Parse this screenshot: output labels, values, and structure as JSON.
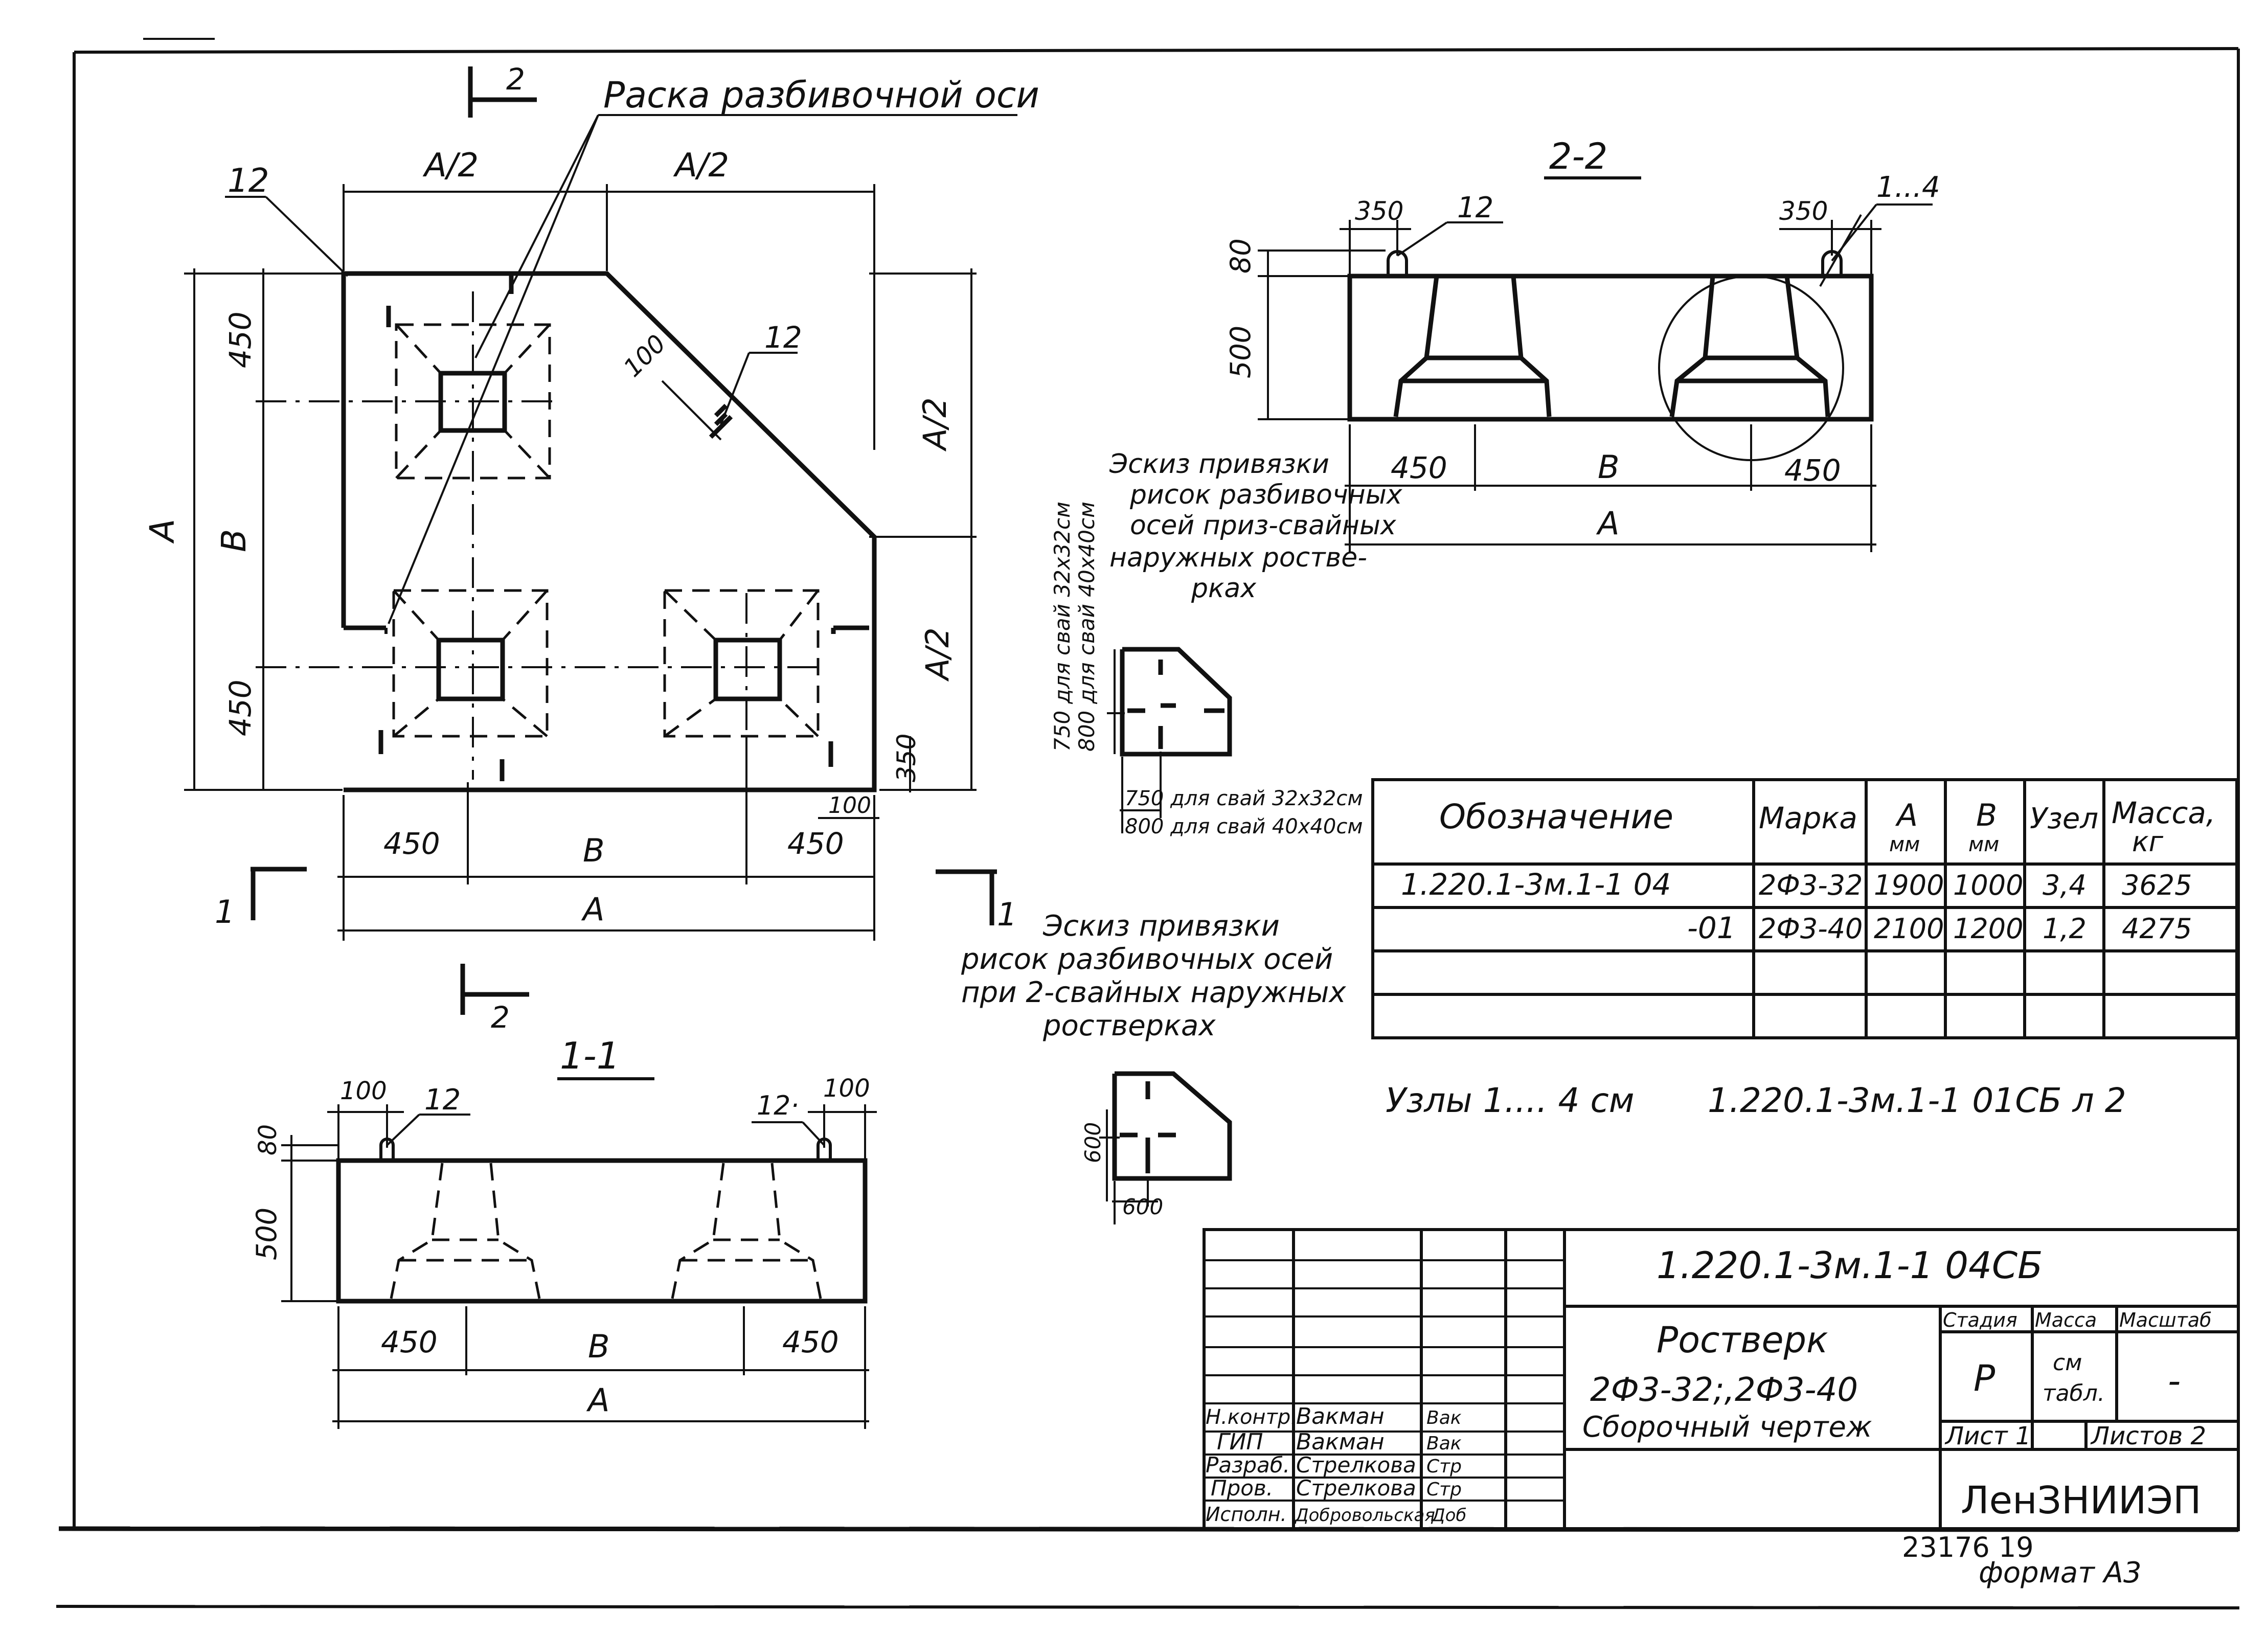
{
  "drawing": {
    "plan": {
      "leader_note": "Раска разбивочной оси",
      "dim_a_half": "A/2",
      "dim_a": "A",
      "dim_b": "B",
      "dim_450": "450",
      "dim_100": "100",
      "dim_350": "350",
      "mark_12": "12",
      "section_1": "1",
      "section_2": "2"
    },
    "section_2_2": {
      "title": "2-2",
      "dim_80": "80",
      "dim_500": "500",
      "dim_350": "350",
      "dim_450": "450",
      "dim_b": "B",
      "dim_a": "A",
      "mark_12": "12",
      "mark_1_4": "1...4"
    },
    "section_1_1": {
      "title": "1-1",
      "dim_100": "100",
      "dim_80": "80",
      "dim_500": "500",
      "dim_450": "450",
      "dim_b": "B",
      "dim_a": "A",
      "mark_12": "12",
      "mark_12_dot": "12·"
    },
    "sketch_3pile": {
      "caption": [
        "Эскиз привязки",
        "рисок разбивочных",
        "осей приз-свайных",
        "наружных ростве-",
        "рках"
      ],
      "vertical_dims": [
        "750 для свай 32x32см",
        "800 для свай 40x40см"
      ],
      "horizontal_dims": [
        "750 для свай 32x32см",
        "800 для свай 40x40см"
      ]
    },
    "sketch_2pile": {
      "caption": [
        "Эскиз привязки",
        "рисок разбивочных осей",
        "при 2-свайных наружных",
        "ростверках"
      ],
      "dim_v": "600",
      "dim_h": "600"
    },
    "nodes_note": {
      "label": "Узлы 1.... 4 см",
      "ref": "1.220.1-3м.1-1   01СБ л 2"
    }
  },
  "spec_table": {
    "headers": [
      "Обозначение",
      "Марка",
      "A",
      "B",
      "Узел",
      "Масса,"
    ],
    "units": [
      "",
      "",
      "мм",
      "мм",
      "",
      "кг"
    ],
    "rows": [
      [
        "1.220.1-3м.1-1 04",
        "2Ф3-32",
        "1900",
        "1000",
        "3,4",
        "3625"
      ],
      [
        "-01",
        "2Ф3-40",
        "2100",
        "1200",
        "1,2",
        "4275"
      ],
      [
        "",
        "",
        "",
        "",
        "",
        ""
      ],
      [
        "",
        "",
        "",
        "",
        "",
        ""
      ]
    ]
  },
  "title_block": {
    "doc_code": "1.220.1-3м.1-1     04СБ",
    "name_line1": "Ростверк",
    "name_line2": "2Ф3-32;,2Ф3-40",
    "name_line3": "Сборочный чертеж",
    "stage_header": "Стадия",
    "mass_header": "Масса",
    "scale_header": "Масштаб",
    "stage_value": "Р",
    "mass_value_1": "см",
    "mass_value_2": "табл.",
    "scale_value": "-",
    "sheet_label": "Лист 1",
    "sheets_label": "Листов 2",
    "organization": "ЛенЗНИИЭП",
    "roles": [
      {
        "role": "Н.контр.",
        "name": "Вакман",
        "sign": "Вак"
      },
      {
        "role": "ГИП",
        "name": "Вакман",
        "sign": "Вак"
      },
      {
        "role": "Разраб.",
        "name": "Стрелкова",
        "sign": "Стр"
      },
      {
        "role": "Пров.",
        "name": "Стрелкова",
        "sign": "Стр"
      },
      {
        "role": "Исполн.",
        "name": "Добровольская",
        "sign": "Доб"
      }
    ],
    "inventory": "23176   19",
    "format": "формат А3"
  }
}
